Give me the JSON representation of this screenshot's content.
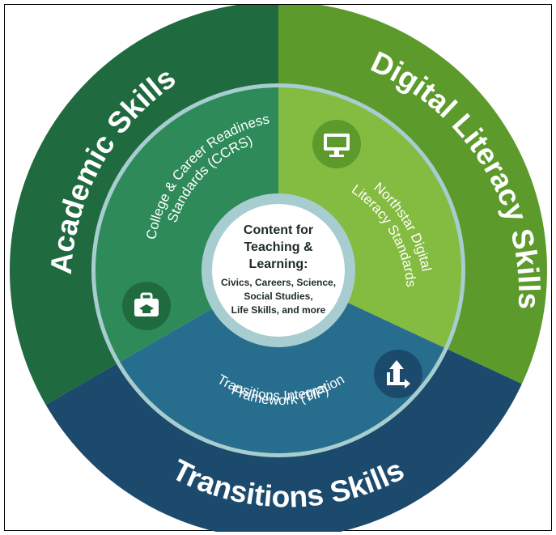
{
  "colors": {
    "academic_outer": "#1f6a3f",
    "academic_inner": "#2e8a58",
    "digital_outer": "#5b9a2b",
    "digital_inner": "#84bb41",
    "transitions_outer": "#1b4a6c",
    "transitions_inner": "#266d8e",
    "ring": "#a7cdd0",
    "center": "#ffffff"
  },
  "segments": {
    "academic": {
      "outer_label": "Academic Skills",
      "inner_line1": "College & Career Readiness",
      "inner_line2": "Standards (CCRS)",
      "icon": "briefcase-graduation-cap-icon"
    },
    "digital": {
      "outer_label": "Digital Literacy Skills",
      "inner_line1": "Northstar Digital",
      "inner_line2": "Literacy Standards",
      "icon": "computer-monitor-icon"
    },
    "transitions": {
      "outer_label": "Transitions Skills",
      "inner_line1": "Transitions Integration",
      "inner_line2": "Framework (TIF)",
      "icon": "direction-arrows-icon"
    }
  },
  "center": {
    "title1": "Content for",
    "title2": "Teaching &",
    "title3": "Learning:",
    "line1": "Civics, Careers, Science,",
    "line2": "Social Studies,",
    "line3": "Life Skills, and more"
  }
}
